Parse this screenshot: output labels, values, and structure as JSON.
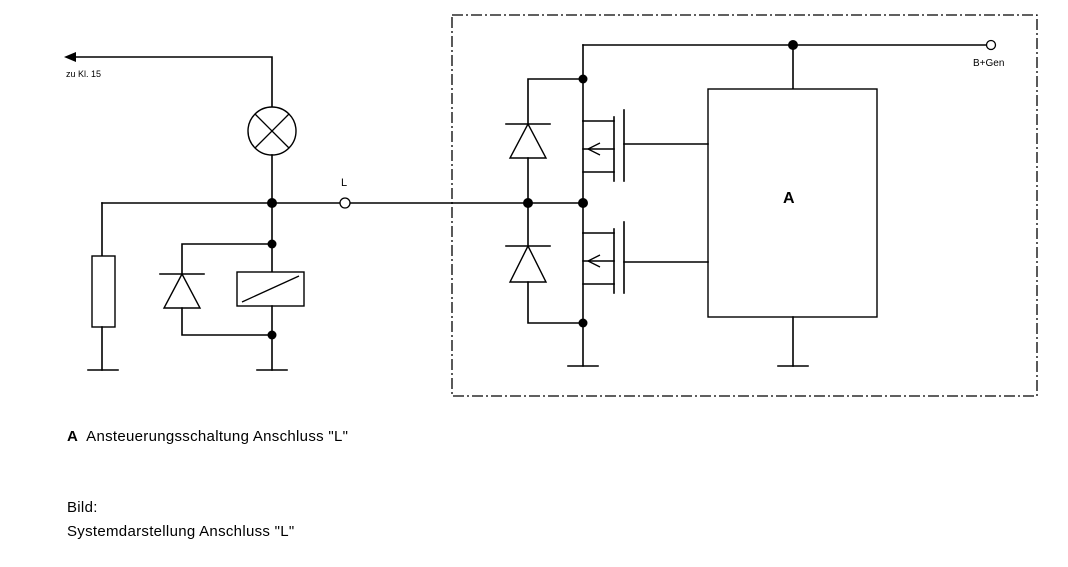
{
  "labels": {
    "zu_kl15": "zu Kl. 15",
    "terminal_l": "L",
    "terminal_b_gen": "B+Gen",
    "block_a": "A"
  },
  "caption": {
    "key": "A",
    "text": "Ansteuerungsschaltung Anschluss \"L\""
  },
  "figure": {
    "label": "Bild:",
    "title": "Systemdarstellung Anschluss \"L\""
  }
}
